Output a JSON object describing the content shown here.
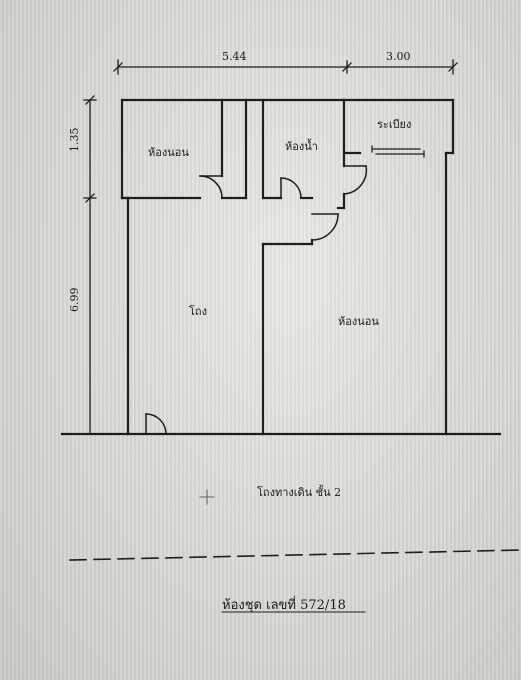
{
  "dimensions": {
    "width_left": "5.44",
    "width_right": "3.00",
    "height_top": "1.35",
    "height_bottom": "6.99"
  },
  "rooms": {
    "bedroom_small": "ห้องนอน",
    "bathroom": "ห้องน้ำ",
    "balcony": "ระเบียง",
    "hall": "โถง",
    "bedroom_large": "ห้องนอน"
  },
  "corridor_label": "โถงทางเดิน ชั้น 2",
  "unit_title": "ห้องชุด เลขที่ 572/18"
}
